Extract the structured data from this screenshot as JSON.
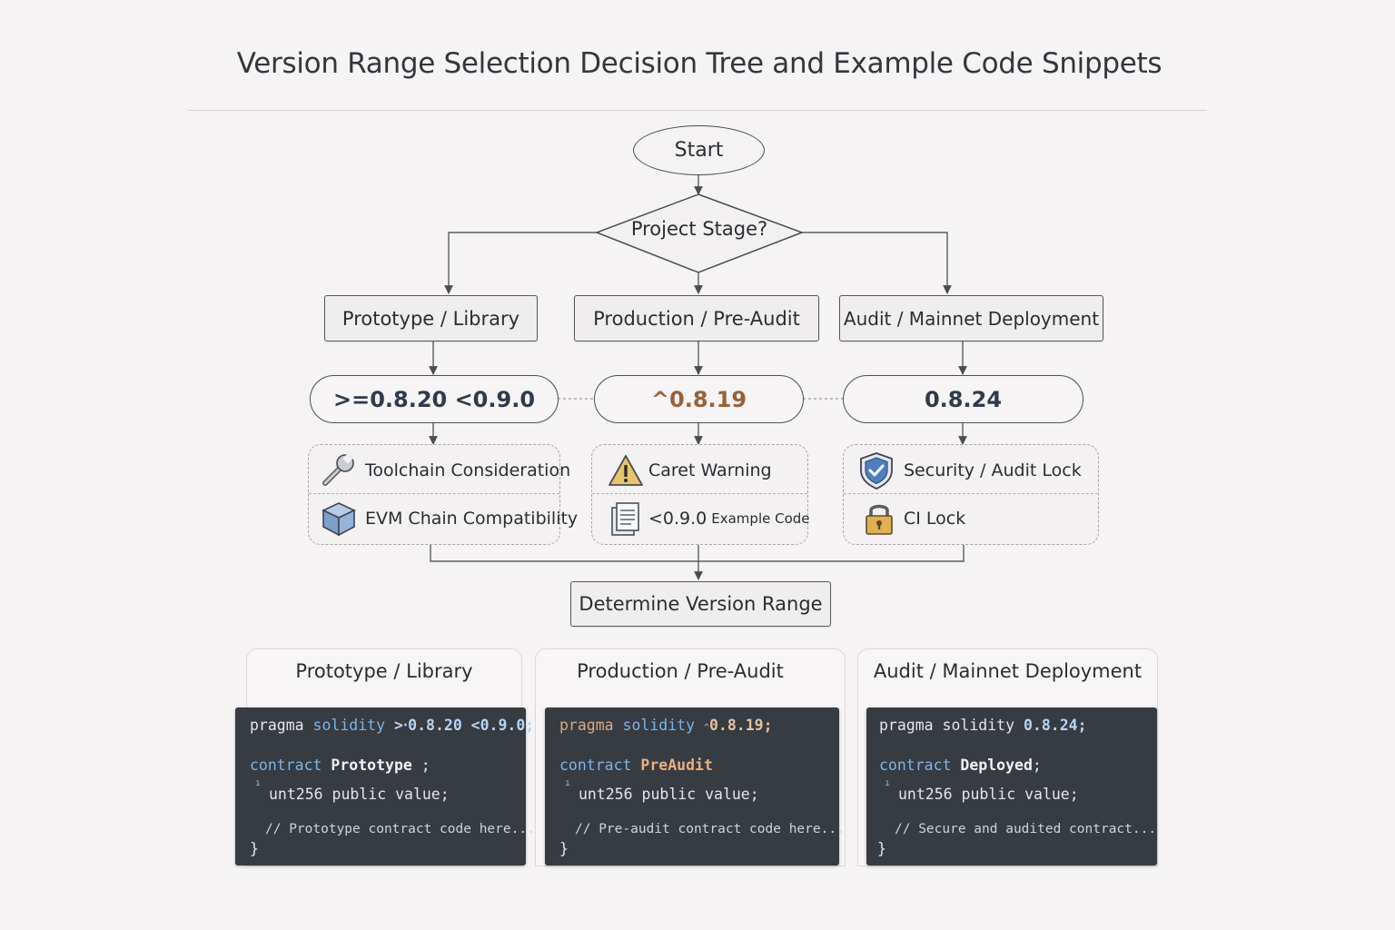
{
  "title": "Version Range Selection Decision Tree and Example Code Snippets",
  "flow": {
    "start": "Start",
    "decision": "Project Stage?",
    "branches": [
      {
        "stage": "Prototype / Library",
        "range": ">=0.8.20 <0.9.0",
        "notes": [
          {
            "icon": "wrench-icon",
            "label": "Toolchain Consideration"
          },
          {
            "icon": "box-icon",
            "label": "EVM Chain Compatibility"
          }
        ]
      },
      {
        "stage": "Production / Pre-Audit",
        "range": "^0.8.19",
        "notes": [
          {
            "icon": "warning-icon",
            "label": "Caret Warning"
          },
          {
            "icon": "document-icon",
            "label": "<0.9.0",
            "label_small": "Example Code"
          }
        ]
      },
      {
        "stage": "Audit / Mainnet Deployment",
        "range": "0.8.24",
        "notes": [
          {
            "icon": "shield-check-icon",
            "label": "Security / Audit Lock"
          },
          {
            "icon": "padlock-icon",
            "label": "CI Lock"
          }
        ]
      }
    ],
    "result": "Determine Version Range"
  },
  "snippets": [
    {
      "title": "Prototype / Library",
      "kw_pragma": "pragma",
      "kw_solidity": "solidity",
      "version": ">‧0.8.20 <0.9.0;",
      "kw_contract": "contract",
      "contract_name": "Prototype",
      "contract_suffix": " ;",
      "brace_open": "ı",
      "body": "unt256 public value;",
      "comment": "// Prototype contract code here...",
      "brace_close": "}"
    },
    {
      "title": "Production / Pre-Audit",
      "kw_pragma": "pragma",
      "kw_solidity": "solidity",
      "version_prefix": "^",
      "version": "0.8.19;",
      "kw_contract": "contract",
      "contract_name": "PreAudit",
      "contract_suffix": "",
      "brace_open": "ı",
      "body": "unt256 public value;",
      "comment": "// Pre-audit contract code here...",
      "brace_close": "}"
    },
    {
      "title": "Audit / Mainnet Deployment",
      "kw_pragma": "pragma",
      "kw_solidity": "solidity",
      "version": "0.8.24;",
      "kw_contract": "contract",
      "contract_name": "Deployed",
      "contract_suffix": ";",
      "brace_open": "ı",
      "body": "unt256 public value;",
      "comment": "// Secure and audited contract...",
      "brace_close": "}"
    }
  ],
  "colors": {
    "background": "#f5f3f4",
    "code_background": "#373b42",
    "keyword": "#7fb4e6",
    "caret_version": "#9a6238",
    "range_text": "#2f3a4c"
  }
}
